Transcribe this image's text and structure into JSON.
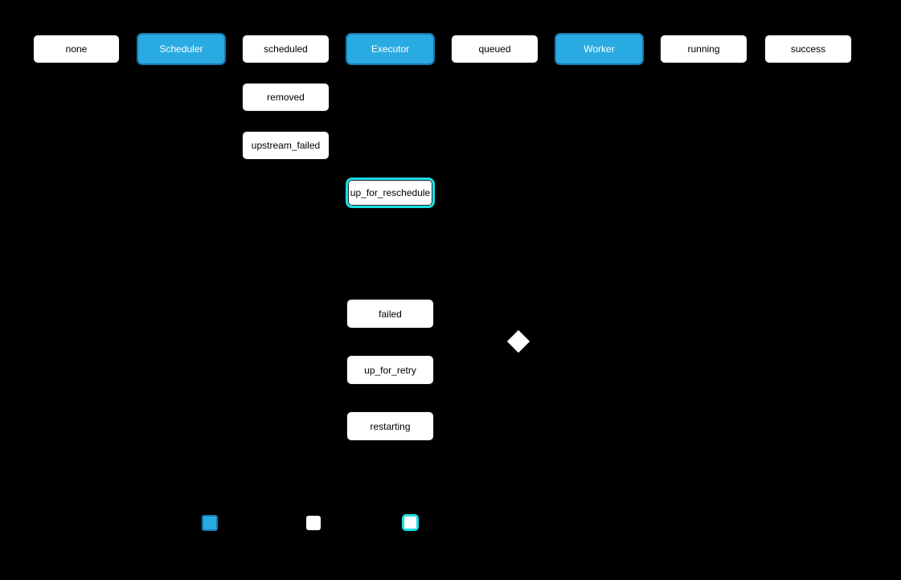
{
  "diagram": {
    "type": "state-flow-diagram",
    "background": "#000000",
    "nodes": {
      "none": {
        "label": "none",
        "kind": "state"
      },
      "scheduler": {
        "label": "Scheduler",
        "kind": "actor"
      },
      "scheduled": {
        "label": "scheduled",
        "kind": "state"
      },
      "executor": {
        "label": "Executor",
        "kind": "actor"
      },
      "queued": {
        "label": "queued",
        "kind": "state"
      },
      "worker": {
        "label": "Worker",
        "kind": "actor"
      },
      "running": {
        "label": "running",
        "kind": "state"
      },
      "success": {
        "label": "success",
        "kind": "state"
      },
      "removed": {
        "label": "removed",
        "kind": "state"
      },
      "upstream_failed": {
        "label": "upstream_failed",
        "kind": "state"
      },
      "up_for_reschedule": {
        "label": "up_for_reschedule",
        "kind": "state-highlighted"
      },
      "failed": {
        "label": "failed",
        "kind": "state"
      },
      "up_for_retry": {
        "label": "up_for_retry",
        "kind": "state"
      },
      "restarting": {
        "label": "restarting",
        "kind": "state"
      }
    },
    "decision": {
      "shape": "diamond",
      "label": ""
    },
    "colors": {
      "state_fill": "#ffffff",
      "state_text": "#000000",
      "actor_fill": "#29abe2",
      "actor_border": "#1779ad",
      "actor_text": "#ffffff",
      "highlight_border": "#1ae0e6"
    },
    "legend": {
      "swatches": [
        {
          "style": "actor",
          "fill": "#29abe2",
          "border": "#1779ad"
        },
        {
          "style": "state",
          "fill": "#ffffff",
          "border": ""
        },
        {
          "style": "highlighted-state",
          "fill": "#ffffff",
          "border": "#1ae0e6"
        }
      ]
    }
  }
}
